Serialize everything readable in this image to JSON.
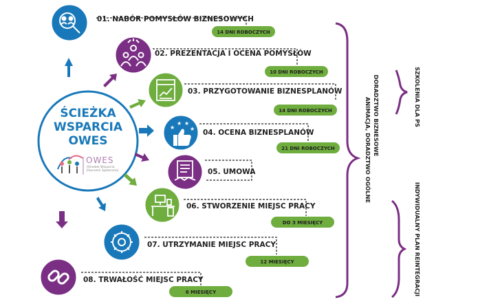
{
  "center": {
    "title_line1": "ŚCIEŻKA",
    "title_line2": "WSPARCIA",
    "title_line3": "OWES",
    "logo_text": "OWES",
    "logo_sub1": "Ośrodek Wsparcia",
    "logo_sub2": "Ekonomii Społecznej"
  },
  "steps": [
    {
      "label": "01. NABÓR POMYSŁÓW BIZNESOWYCH",
      "duration": "14 DNI ROBOCZYCH",
      "icon": "people-search-icon",
      "color": "#1978b9"
    },
    {
      "label": "02. PREZENTACJA I OCENA POMYSŁÓW",
      "duration": "10 DNI ROBOCZYCH",
      "icon": "presentation-group-icon",
      "color": "#7a2e84"
    },
    {
      "label": "03. PRZYGOTOWANIE BIZNESPLANÓW",
      "duration": "14 DNI ROBOCZYCH",
      "icon": "plan-chart-icon",
      "color": "#6fad3f"
    },
    {
      "label": "04. OCENA BIZNESPLANÓW",
      "duration": "21 DNI ROBOCZYCH",
      "icon": "thumbs-up-stars-icon",
      "color": "#1978b9"
    },
    {
      "label": "05. UMOWA",
      "duration": "",
      "icon": "contract-handshake-icon",
      "color": "#7a2e84"
    },
    {
      "label": "06. STWORZENIE MIEJSC PRACY",
      "duration": "DO 3 MIESIĘCY",
      "icon": "workplace-desk-icon",
      "color": "#6fad3f"
    },
    {
      "label": "07. UTRZYMANIE MIEJSC PRACY",
      "duration": "12 MIESIĘCY",
      "icon": "gear-cycle-icon",
      "color": "#1978b9"
    },
    {
      "label": "08. TRWAŁOŚĆ MIEJSC PRACY",
      "duration": "6 MIESIĘCY",
      "icon": "chain-link-icon",
      "color": "#7a2e84"
    }
  ],
  "side": {
    "doradztwo_line1": "DORADZTWO BIZNESOWE",
    "doradztwo_line2": "ANIMACJA, DORADZTWO OGÓLNE",
    "szkolenia": "SZKOLENIA DLA PS",
    "ipr": "INDYWIDUALNY PLAN REINTEGRACJI"
  },
  "colors": {
    "blue": "#1978b9",
    "purple": "#7a2e84",
    "green": "#6fad3f",
    "brace": "#7a2e84"
  }
}
